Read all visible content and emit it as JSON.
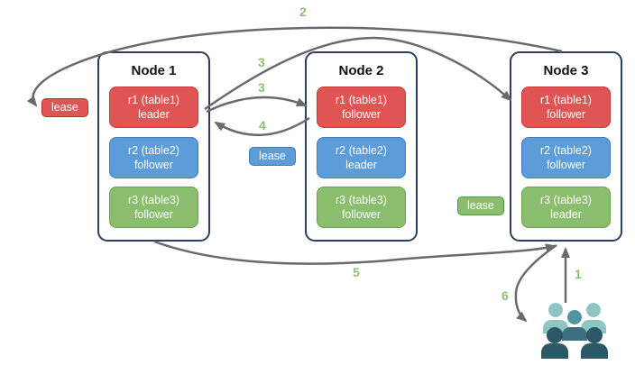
{
  "nodes": [
    {
      "title": "Node 1",
      "replicas": [
        {
          "line1": "r1 (table1)",
          "line2": "leader",
          "variant": "red"
        },
        {
          "line1": "r2 (table2)",
          "line2": "follower",
          "variant": "blue"
        },
        {
          "line1": "r3 (table3)",
          "line2": "follower",
          "variant": "green"
        }
      ]
    },
    {
      "title": "Node 2",
      "replicas": [
        {
          "line1": "r1 (table1)",
          "line2": "follower",
          "variant": "red"
        },
        {
          "line1": "r2 (table2)",
          "line2": "leader",
          "variant": "blue"
        },
        {
          "line1": "r3 (table3)",
          "line2": "follower",
          "variant": "green"
        }
      ]
    },
    {
      "title": "Node 3",
      "replicas": [
        {
          "line1": "r1 (table1)",
          "line2": "follower",
          "variant": "red"
        },
        {
          "line1": "r2 (table2)",
          "line2": "follower",
          "variant": "blue"
        },
        {
          "line1": "r3 (table3)",
          "line2": "leader",
          "variant": "green"
        }
      ]
    }
  ],
  "leases": {
    "red": {
      "label": "lease"
    },
    "blue": {
      "label": "lease"
    },
    "green": {
      "label": "lease"
    }
  },
  "steps": {
    "s1": "1",
    "s2": "2",
    "s3a": "3",
    "s3b": "3",
    "s4": "4",
    "s5": "5",
    "s6": "6"
  },
  "icons": {
    "client": "users-group-icon"
  },
  "colors": {
    "replica_red": "#E05553",
    "replica_red_border": "#C23B38",
    "replica_blue": "#5C9CD9",
    "replica_blue_border": "#4379BD",
    "replica_green": "#8ABE6E",
    "replica_green_border": "#68A24C",
    "node_border": "#2A3F5F",
    "arrow_gray": "#6A6A6A",
    "step_number_green": "#8FBE73",
    "client_light_teal": "#8FC6C4",
    "client_medium_teal": "#4E96A3",
    "client_shoulder_teal": "#3E6F7E",
    "client_dark_slate": "#2C5867"
  }
}
